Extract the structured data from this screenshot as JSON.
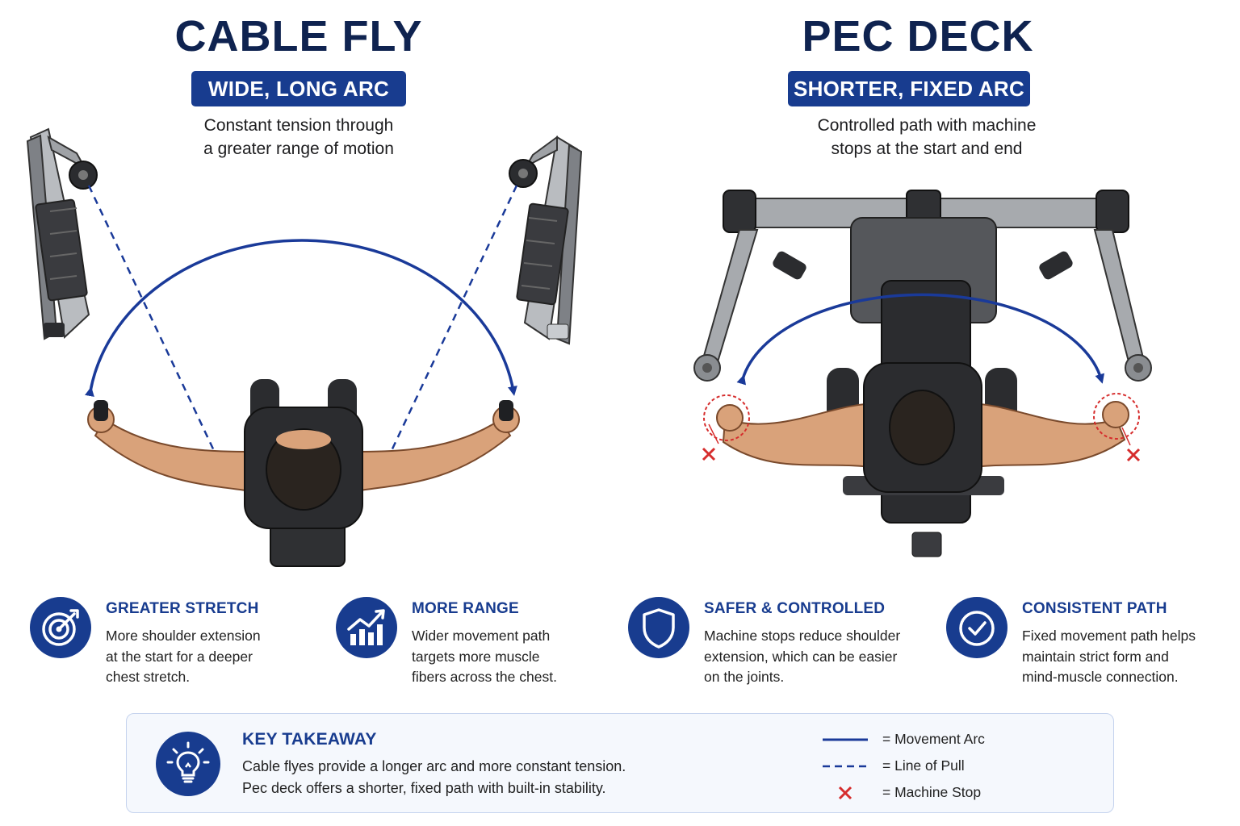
{
  "left_panel": {
    "title": "CABLE FLY",
    "subtitle": "WIDE, LONG ARC",
    "description": [
      "Constant tension through",
      "a greater range of motion"
    ]
  },
  "right_panel": {
    "title": "PEC DECK",
    "subtitle": "SHORTER, FIXED ARC",
    "description": [
      "Controlled path with machine",
      "stops at the start and end"
    ]
  },
  "features": [
    {
      "icon": "target-icon",
      "title": "GREATER STRETCH",
      "body": [
        "More shoulder extension",
        "at the start for a deeper",
        "chest stretch."
      ]
    },
    {
      "icon": "growth-chart-icon",
      "title": "MORE RANGE",
      "body": [
        "Wider movement path",
        "targets more muscle",
        "fibers across the chest."
      ]
    },
    {
      "icon": "shield-icon",
      "title": "SAFER & CONTROLLED",
      "body": [
        "Machine stops reduce shoulder",
        "extension, which can be easier",
        "on the joints."
      ]
    },
    {
      "icon": "check-circle-icon",
      "title": "CONSISTENT PATH",
      "body": [
        "Fixed movement path helps",
        "maintain strict form and",
        "mind-muscle connection."
      ]
    }
  ],
  "takeaway": {
    "icon": "lightbulb-icon",
    "title": "KEY TAKEAWAY",
    "body": [
      "Cable flyes provide a longer arc and more constant tension.",
      "Pec deck offers a shorter, fixed path with built-in stability."
    ]
  },
  "legend": [
    {
      "symbol": "solid-line",
      "label": "= Movement Arc"
    },
    {
      "symbol": "dashed-line",
      "label": "= Line of Pull"
    },
    {
      "symbol": "red-x",
      "label": "= Machine Stop"
    }
  ],
  "colors": {
    "title_navy": "#0f2350",
    "accent_blue": "#183c8f",
    "arc_blue": "#1a3a99",
    "stop_red": "#d62d2d",
    "skin": "#d9a27a",
    "metal": "#8a8d91",
    "dark_equipment": "#2b2c2f"
  }
}
